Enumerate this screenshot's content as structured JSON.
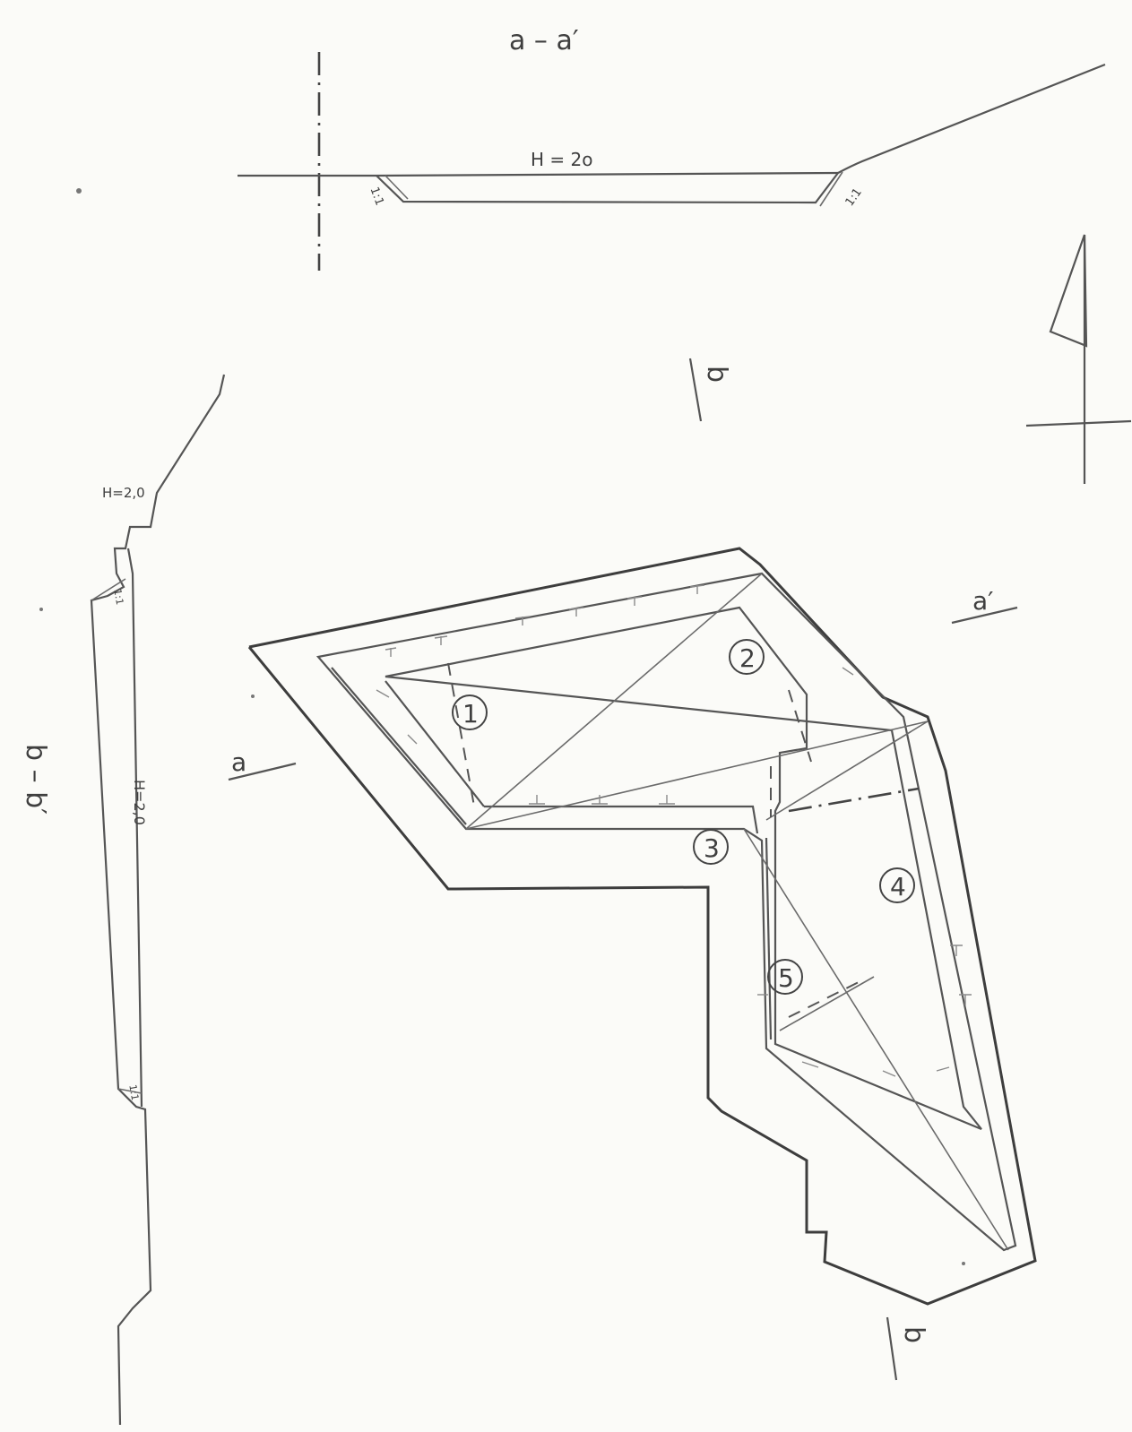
{
  "section_a": {
    "title": "a – a′",
    "height_label": "H = 2o",
    "slope_left": "1:1",
    "slope_right": "1:1"
  },
  "section_b": {
    "title": "b – b′",
    "height_label_top": "H=2,0",
    "height_label_side": "H=2,0",
    "slope_top": "1:1",
    "slope_bottom": "1:1"
  },
  "cut_markers": {
    "a": "a",
    "a_prime": "a′",
    "b_top": "b",
    "b_bottom": "b"
  },
  "zones": [
    "1",
    "2",
    "3",
    "4",
    "5"
  ],
  "colors": {
    "ink": "#4a4a4a",
    "paper": "#fbfbf8"
  }
}
